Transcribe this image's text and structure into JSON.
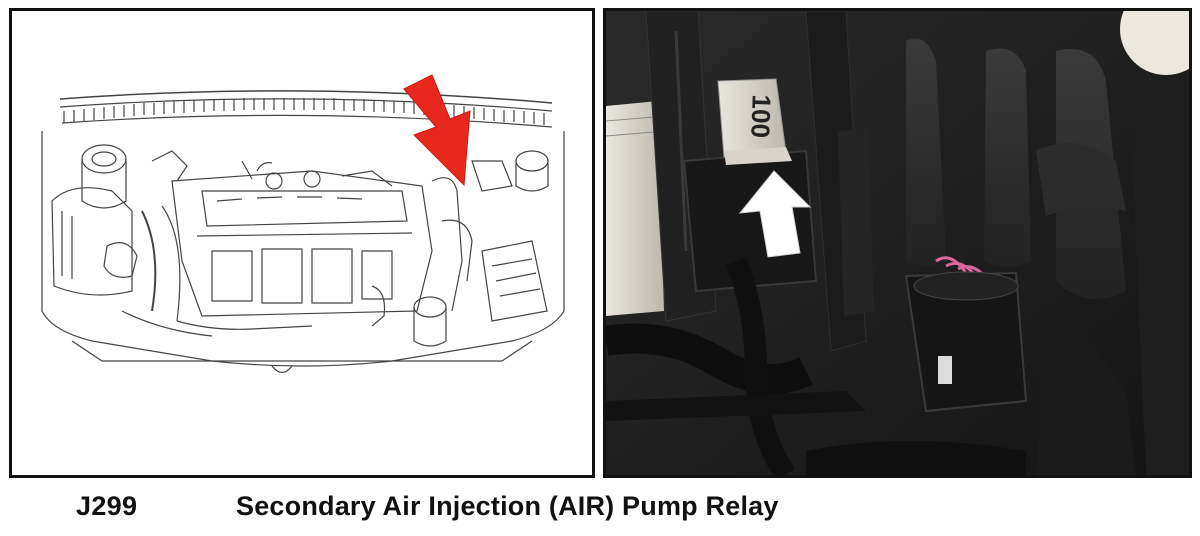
{
  "figure": {
    "component_code": "J299",
    "component_name": "Secondary Air Injection (AIR) Pump Relay",
    "relay_marking": "100"
  },
  "colors": {
    "diagram_arrow": "#e8281c",
    "photo_arrow": "#ffffff",
    "frame": "#111111"
  },
  "icons": {
    "diagram_pointer": "arrow-down-right-icon",
    "photo_pointer": "arrow-up-icon"
  }
}
